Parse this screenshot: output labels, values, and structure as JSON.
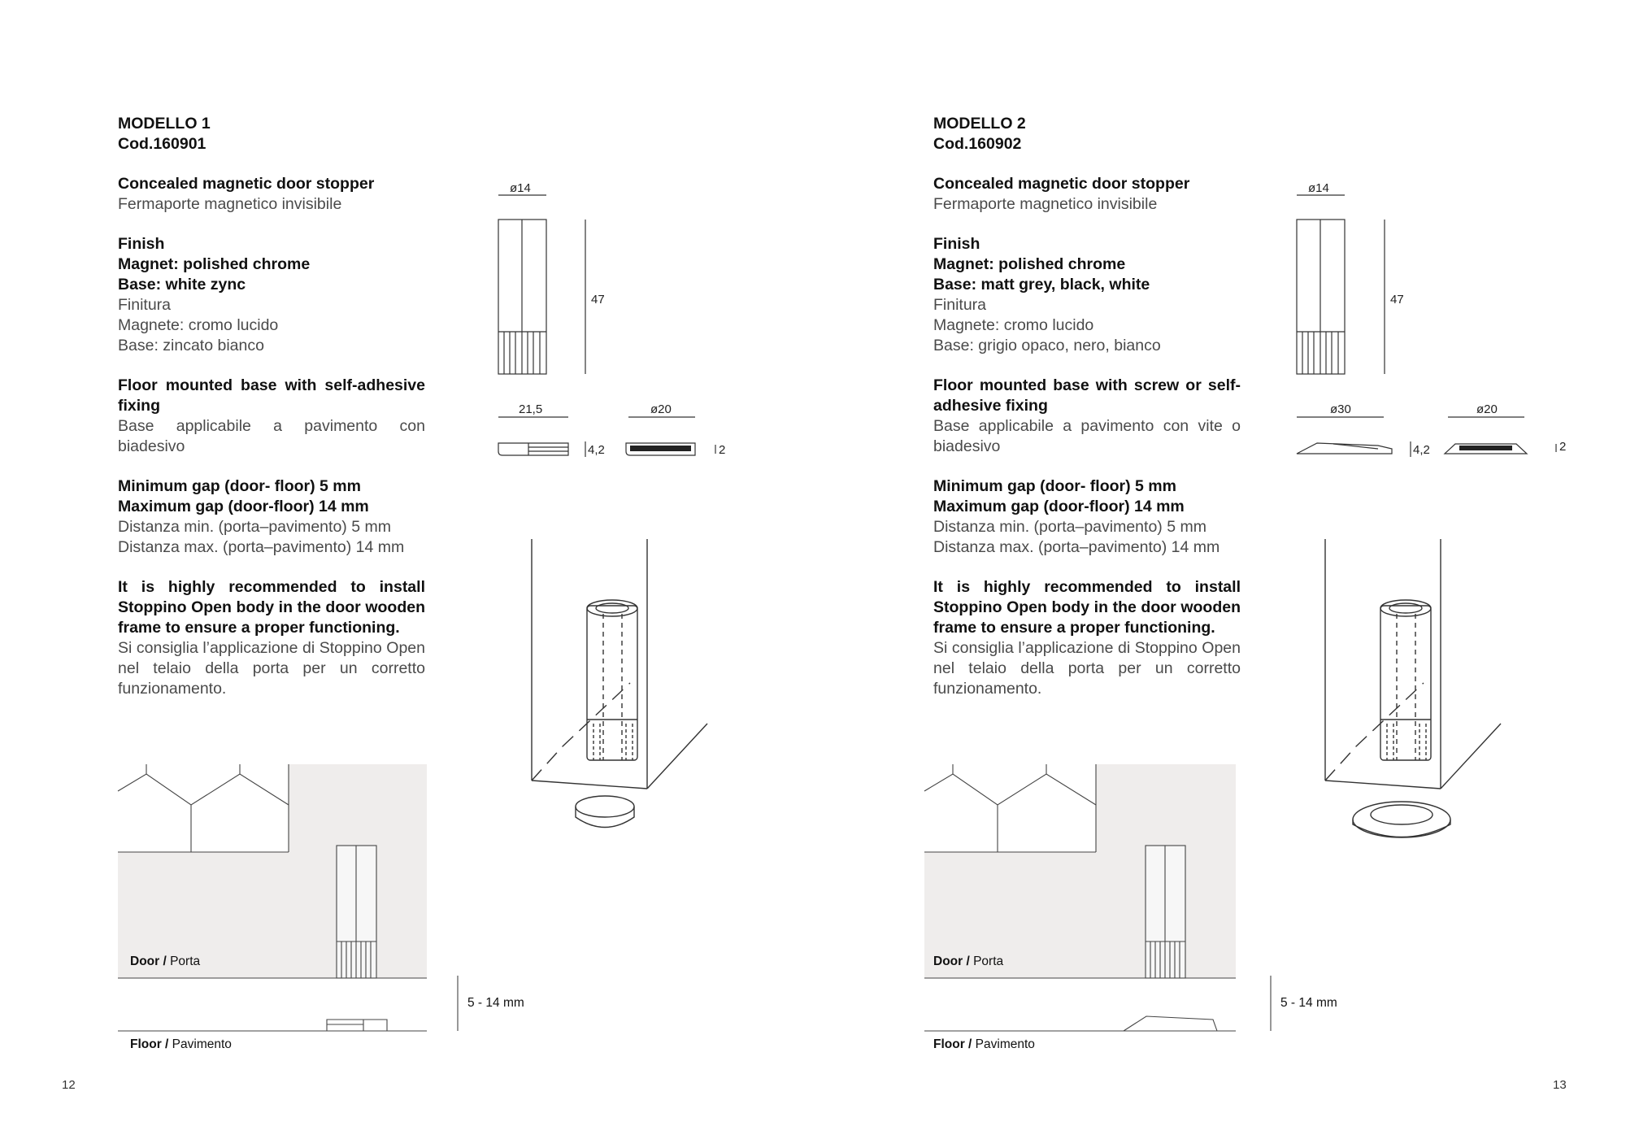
{
  "pages": [
    {
      "model": "MODELLO 1",
      "code": "Cod.160901",
      "title_en": "Concealed magnetic door stopper",
      "title_it": "Fermaporte magnetico invisibile",
      "finish_en": "Finish",
      "magnet_en": "Magnet: polished chrome",
      "base_en": "Base: white zync",
      "finish_it": "Finitura",
      "magnet_it": "Magnete: cromo lucido",
      "base_it": "Base: zincato bianco",
      "mount_en": "Floor mounted base with self-adhesive fixing",
      "mount_it": "Base applicabile a pavimento con biadesivo",
      "min_gap_en": "Minimum gap (door- floor) 5 mm",
      "max_gap_en": "Maximum gap (door-floor) 14 mm",
      "min_gap_it": "Distanza min. (porta–pavimento) 5 mm",
      "max_gap_it": "Distanza max. (porta–pavimento) 14 mm",
      "note_en": "It is highly recommended to install Stoppino Open body in the door wooden frame to ensure a proper functioning.",
      "note_it": "Si consiglia l’applicazione di Stoppino Open nel telaio della porta per un corretto funzionamento.",
      "dims": {
        "body_diameter": "ø14",
        "body_height": "47",
        "base_width": "21,5",
        "base_height": "4,2",
        "cap_diameter": "ø20",
        "cap_height": "2"
      },
      "door_bold": "Door /",
      "door_light": "Porta",
      "floor_bold": "Floor /",
      "floor_light": "Pavimento",
      "gap_range": "5 - 14 mm",
      "page_number": "12"
    },
    {
      "model": "MODELLO 2",
      "code": "Cod.160902",
      "title_en": "Concealed magnetic door stopper",
      "title_it": "Fermaporte magnetico invisibile",
      "finish_en": "Finish",
      "magnet_en": "Magnet: polished chrome",
      "base_en": "Base: matt grey, black, white",
      "finish_it": "Finitura",
      "magnet_it": "Magnete: cromo lucido",
      "base_it": "Base: grigio opaco, nero, bianco",
      "mount_en": "Floor mounted base with screw or self-adhesive fixing",
      "mount_it": "Base applicabile a pavimento con vite o biadesivo",
      "min_gap_en": "Minimum gap (door- floor) 5 mm",
      "max_gap_en": "Maximum gap (door-floor) 14 mm",
      "min_gap_it": "Distanza min. (porta–pavimento) 5 mm",
      "max_gap_it": "Distanza max. (porta–pavimento) 14 mm",
      "note_en": "It is highly recommended to install Stoppino Open body in the door wooden frame to ensure a proper functioning.",
      "note_it": "Si consiglia l’applicazione di Stoppino Open nel telaio della porta per un corretto funzionamento.",
      "dims": {
        "body_diameter": "ø14",
        "body_height": "47",
        "base_width": "ø30",
        "base_height": "4,2",
        "cap_diameter": "ø20",
        "cap_height": "2"
      },
      "door_bold": "Door /",
      "door_light": "Porta",
      "floor_bold": "Floor /",
      "floor_light": "Pavimento",
      "gap_range": "5 - 14 mm",
      "page_number": "13"
    }
  ]
}
